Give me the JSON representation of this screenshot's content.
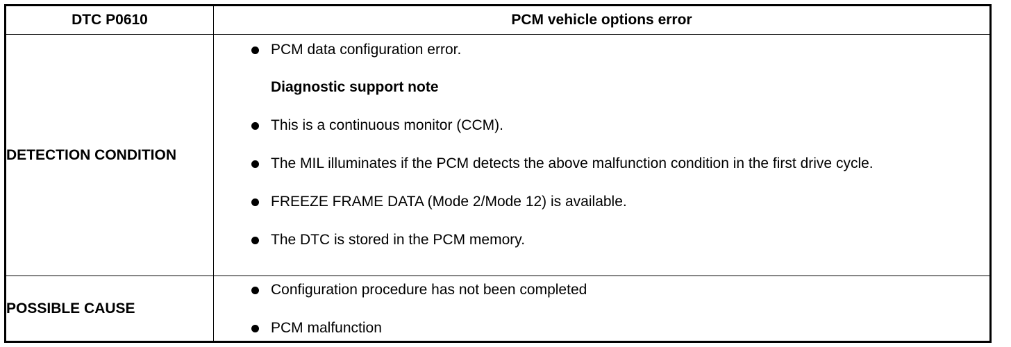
{
  "header": {
    "code": "DTC P0610",
    "title": "PCM vehicle options error"
  },
  "detection": {
    "label": "DETECTION CONDITION",
    "items": [
      "PCM data configuration error.",
      "This is a continuous monitor (CCM).",
      "The MIL illuminates if the PCM detects the above malfunction condition in the first drive cycle.",
      "FREEZE FRAME DATA (Mode 2/Mode 12) is available.",
      "The DTC is stored in the PCM memory."
    ],
    "note_heading": "Diagnostic support note"
  },
  "cause": {
    "label": "POSSIBLE CAUSE",
    "items": [
      "Configuration procedure has not been completed",
      "PCM malfunction"
    ]
  }
}
